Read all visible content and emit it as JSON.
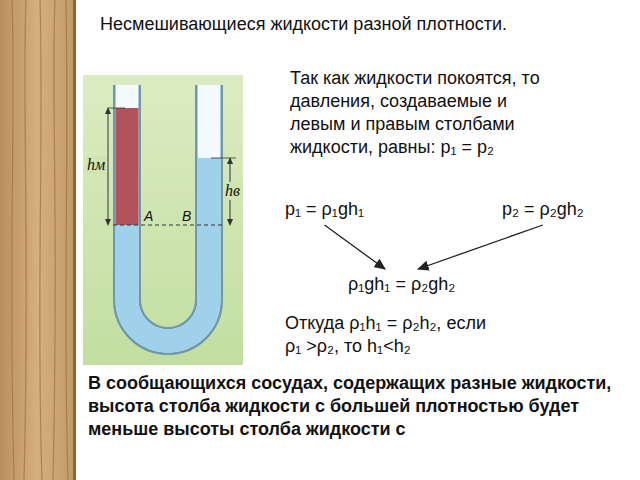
{
  "diagram": {
    "title": "Несмешивающиеся жидкости разной плотности.",
    "nodes": [
      {
        "text": [
          "p₁ = ρ₁gh₁"
        ]
      },
      {
        "text": [
          "p₂ = ρ₂gh₂"
        ]
      },
      {
        "text": [
          "ρ₁gh₁ = ρ₂gh₂"
        ]
      }
    ],
    "edges": [
      {
        "from": 0,
        "to": 2,
        "arrow": "to"
      },
      {
        "from": 1,
        "to": 2,
        "arrow": "to"
      }
    ],
    "labels": [
      "Так как жидкости покоятся, то давления, создаваемые и левым и правым столбами жидкости, равны: p₁ = p₂",
      "Откуда ρ₁h₁ = ρ₂h₂, если ρ₁ >ρ₂, то h₁<h₂",
      "В сообщающихся сосудах, содержащих разные жидкости, высота столба жидкости с большей плотностью будет меньше высоты столба жидкости с",
      "hм",
      "hв",
      "A",
      "B"
    ]
  }
}
